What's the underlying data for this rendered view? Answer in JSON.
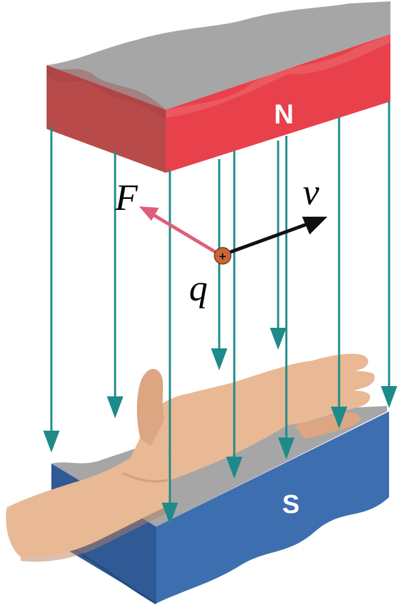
{
  "magnet": {
    "north_label": "N",
    "south_label": "S",
    "north_color": "#e8414b",
    "north_side_color": "#b84a4a",
    "south_color": "#3d6eb0",
    "south_side_color": "#2f5a96",
    "top_color": "#a6a6a6"
  },
  "field": {
    "line_color": "#1f8a8a",
    "icon": "arrow-down-icon"
  },
  "particle": {
    "label": "q",
    "sign": "+",
    "color": "#c8653a"
  },
  "vectors": {
    "force_label": "F",
    "force_color": "#e05d78",
    "velocity_label": "v",
    "velocity_color": "#111111"
  },
  "hand": {
    "icon": "open-right-hand-icon",
    "skin_color": "#e9b894"
  }
}
